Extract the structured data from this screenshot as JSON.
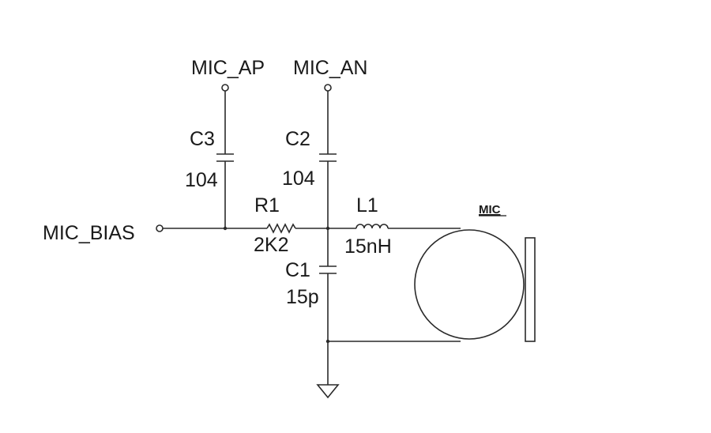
{
  "nets": {
    "mic_ap": "MIC_AP",
    "mic_an": "MIC_AN",
    "mic_bias": "MIC_BIAS"
  },
  "components": {
    "c3": {
      "ref": "C3",
      "value": "104"
    },
    "c2": {
      "ref": "C2",
      "value": "104"
    },
    "r1": {
      "ref": "R1",
      "value": "2K2"
    },
    "l1": {
      "ref": "L1",
      "value": "15nH"
    },
    "c1": {
      "ref": "C1",
      "value": "15p"
    },
    "mic": {
      "ref": "MIC"
    }
  }
}
